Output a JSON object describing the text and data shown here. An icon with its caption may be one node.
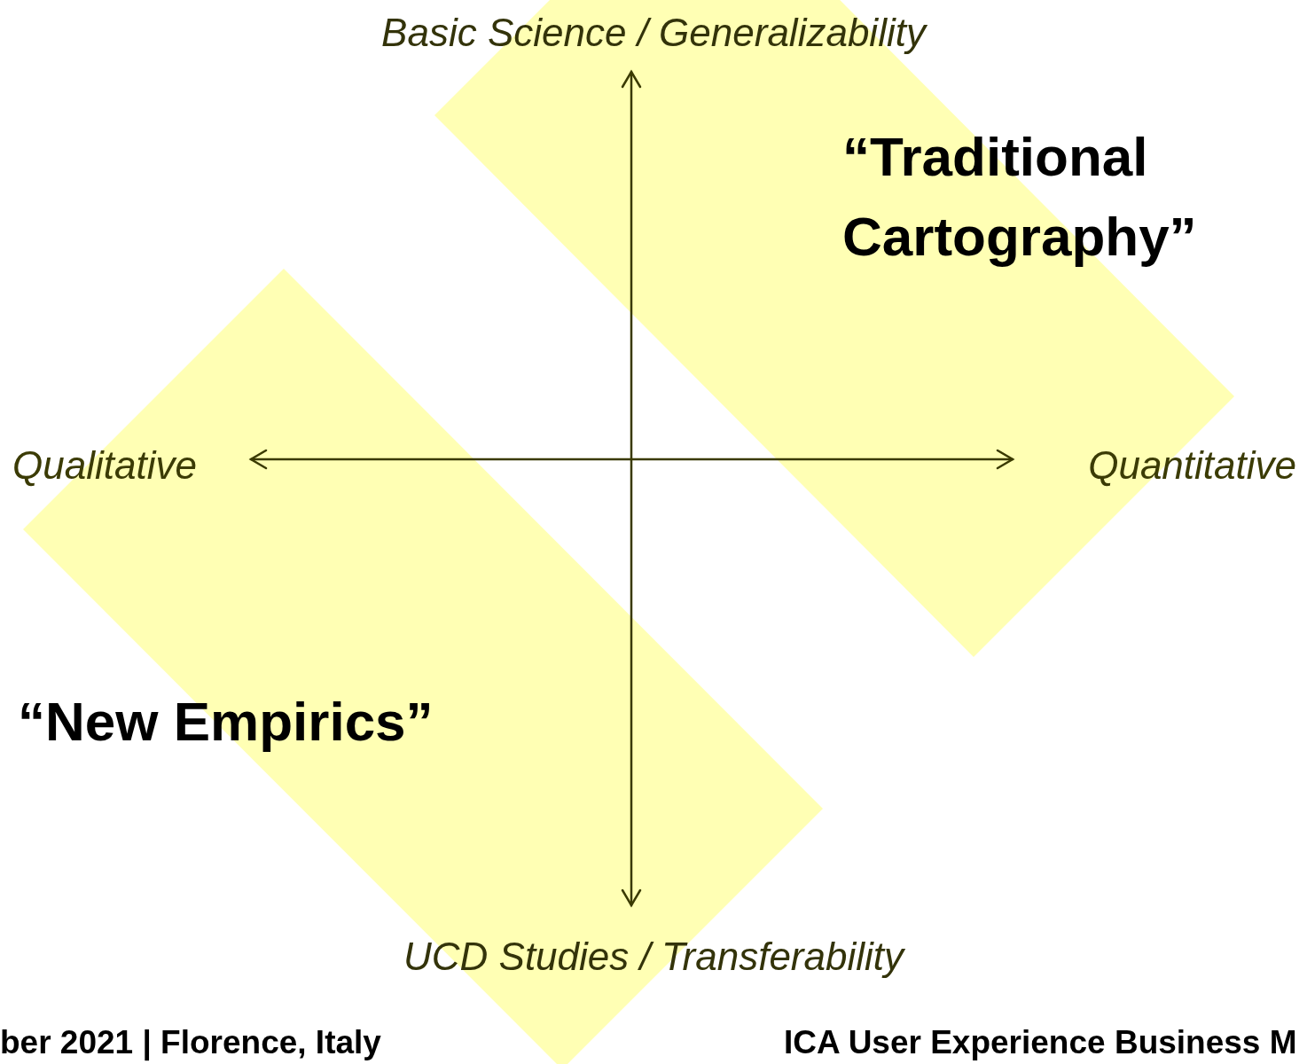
{
  "diagram": {
    "nodes": [
      {
        "text": [
          "“Traditional Cartography”"
        ]
      },
      {
        "text": [
          "“New Empirics”"
        ]
      }
    ],
    "labels": [
      "Basic Science / Generalizability",
      "Qualitative",
      "Quantitative",
      "UCD Studies / Transferability",
      "ber 2021 | Florence, Italy",
      "ICA User Experience Business M"
    ]
  }
}
